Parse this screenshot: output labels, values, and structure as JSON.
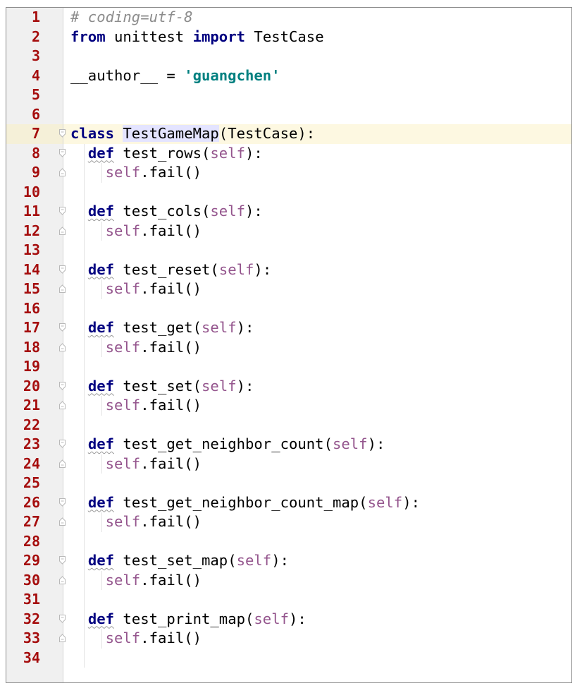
{
  "editor": {
    "current_line": 7,
    "colors": {
      "line_number": "#a50d0d",
      "keyword": "#000080",
      "self": "#94558d",
      "string": "#008080",
      "comment": "#8c8c8c",
      "current_line_bg": "#fdf8e1"
    },
    "lines": [
      {
        "num": "1",
        "tokens": [
          {
            "t": "# coding=utf-8",
            "c": "comment"
          }
        ]
      },
      {
        "num": "2",
        "tokens": [
          {
            "t": "from",
            "c": "kw"
          },
          {
            "t": " unittest ",
            "c": ""
          },
          {
            "t": "import",
            "c": "kw"
          },
          {
            "t": " TestCase",
            "c": ""
          }
        ]
      },
      {
        "num": "3",
        "tokens": []
      },
      {
        "num": "4",
        "tokens": [
          {
            "t": "__author__ = ",
            "c": ""
          },
          {
            "t": "'guangchen'",
            "c": "str"
          }
        ]
      },
      {
        "num": "5",
        "tokens": []
      },
      {
        "num": "6",
        "tokens": []
      },
      {
        "num": "7",
        "tokens": [
          {
            "t": "class",
            "c": "kw"
          },
          {
            "t": " ",
            "c": ""
          },
          {
            "t": "TestGameMap",
            "c": "hl"
          },
          {
            "t": "(TestCase):",
            "c": ""
          }
        ],
        "fold": "open"
      },
      {
        "num": "8",
        "tokens": [
          {
            "t": "  ",
            "c": ""
          },
          {
            "t": "def",
            "c": "kw squig"
          },
          {
            "t": " test_rows(",
            "c": ""
          },
          {
            "t": "self",
            "c": "self"
          },
          {
            "t": "):",
            "c": ""
          }
        ],
        "fold": "open"
      },
      {
        "num": "9",
        "tokens": [
          {
            "t": "    ",
            "c": ""
          },
          {
            "t": "self",
            "c": "self"
          },
          {
            "t": ".fail()",
            "c": ""
          }
        ],
        "fold": "close"
      },
      {
        "num": "10",
        "tokens": []
      },
      {
        "num": "11",
        "tokens": [
          {
            "t": "  ",
            "c": ""
          },
          {
            "t": "def",
            "c": "kw squig"
          },
          {
            "t": " test_cols(",
            "c": ""
          },
          {
            "t": "self",
            "c": "self"
          },
          {
            "t": "):",
            "c": ""
          }
        ],
        "fold": "open"
      },
      {
        "num": "12",
        "tokens": [
          {
            "t": "    ",
            "c": ""
          },
          {
            "t": "self",
            "c": "self"
          },
          {
            "t": ".fail()",
            "c": ""
          }
        ],
        "fold": "close"
      },
      {
        "num": "13",
        "tokens": []
      },
      {
        "num": "14",
        "tokens": [
          {
            "t": "  ",
            "c": ""
          },
          {
            "t": "def",
            "c": "kw squig"
          },
          {
            "t": " test_reset(",
            "c": ""
          },
          {
            "t": "self",
            "c": "self"
          },
          {
            "t": "):",
            "c": ""
          }
        ],
        "fold": "open"
      },
      {
        "num": "15",
        "tokens": [
          {
            "t": "    ",
            "c": ""
          },
          {
            "t": "self",
            "c": "self"
          },
          {
            "t": ".fail()",
            "c": ""
          }
        ],
        "fold": "close"
      },
      {
        "num": "16",
        "tokens": []
      },
      {
        "num": "17",
        "tokens": [
          {
            "t": "  ",
            "c": ""
          },
          {
            "t": "def",
            "c": "kw squig"
          },
          {
            "t": " test_get(",
            "c": ""
          },
          {
            "t": "self",
            "c": "self"
          },
          {
            "t": "):",
            "c": ""
          }
        ],
        "fold": "open"
      },
      {
        "num": "18",
        "tokens": [
          {
            "t": "    ",
            "c": ""
          },
          {
            "t": "self",
            "c": "self"
          },
          {
            "t": ".fail()",
            "c": ""
          }
        ],
        "fold": "close"
      },
      {
        "num": "19",
        "tokens": []
      },
      {
        "num": "20",
        "tokens": [
          {
            "t": "  ",
            "c": ""
          },
          {
            "t": "def",
            "c": "kw squig"
          },
          {
            "t": " test_set(",
            "c": ""
          },
          {
            "t": "self",
            "c": "self"
          },
          {
            "t": "):",
            "c": ""
          }
        ],
        "fold": "open"
      },
      {
        "num": "21",
        "tokens": [
          {
            "t": "    ",
            "c": ""
          },
          {
            "t": "self",
            "c": "self"
          },
          {
            "t": ".fail()",
            "c": ""
          }
        ],
        "fold": "close"
      },
      {
        "num": "22",
        "tokens": []
      },
      {
        "num": "23",
        "tokens": [
          {
            "t": "  ",
            "c": ""
          },
          {
            "t": "def",
            "c": "kw squig"
          },
          {
            "t": " test_get_neighbor_count(",
            "c": ""
          },
          {
            "t": "self",
            "c": "self"
          },
          {
            "t": "):",
            "c": ""
          }
        ],
        "fold": "open"
      },
      {
        "num": "24",
        "tokens": [
          {
            "t": "    ",
            "c": ""
          },
          {
            "t": "self",
            "c": "self"
          },
          {
            "t": ".fail()",
            "c": ""
          }
        ],
        "fold": "close"
      },
      {
        "num": "25",
        "tokens": []
      },
      {
        "num": "26",
        "tokens": [
          {
            "t": "  ",
            "c": ""
          },
          {
            "t": "def",
            "c": "kw squig"
          },
          {
            "t": " test_get_neighbor_count_map(",
            "c": ""
          },
          {
            "t": "self",
            "c": "self"
          },
          {
            "t": "):",
            "c": ""
          }
        ],
        "fold": "open"
      },
      {
        "num": "27",
        "tokens": [
          {
            "t": "    ",
            "c": ""
          },
          {
            "t": "self",
            "c": "self"
          },
          {
            "t": ".fail()",
            "c": ""
          }
        ],
        "fold": "close"
      },
      {
        "num": "28",
        "tokens": []
      },
      {
        "num": "29",
        "tokens": [
          {
            "t": "  ",
            "c": ""
          },
          {
            "t": "def",
            "c": "kw squig"
          },
          {
            "t": " test_set_map(",
            "c": ""
          },
          {
            "t": "self",
            "c": "self"
          },
          {
            "t": "):",
            "c": ""
          }
        ],
        "fold": "open"
      },
      {
        "num": "30",
        "tokens": [
          {
            "t": "    ",
            "c": ""
          },
          {
            "t": "self",
            "c": "self"
          },
          {
            "t": ".fail()",
            "c": ""
          }
        ],
        "fold": "close"
      },
      {
        "num": "31",
        "tokens": []
      },
      {
        "num": "32",
        "tokens": [
          {
            "t": "  ",
            "c": ""
          },
          {
            "t": "def",
            "c": "kw squig"
          },
          {
            "t": " test_print_map(",
            "c": ""
          },
          {
            "t": "self",
            "c": "self"
          },
          {
            "t": "):",
            "c": ""
          }
        ],
        "fold": "open"
      },
      {
        "num": "33",
        "tokens": [
          {
            "t": "    ",
            "c": ""
          },
          {
            "t": "self",
            "c": "self"
          },
          {
            "t": ".fail()",
            "c": ""
          }
        ],
        "fold": "close"
      },
      {
        "num": "34",
        "tokens": []
      }
    ]
  }
}
